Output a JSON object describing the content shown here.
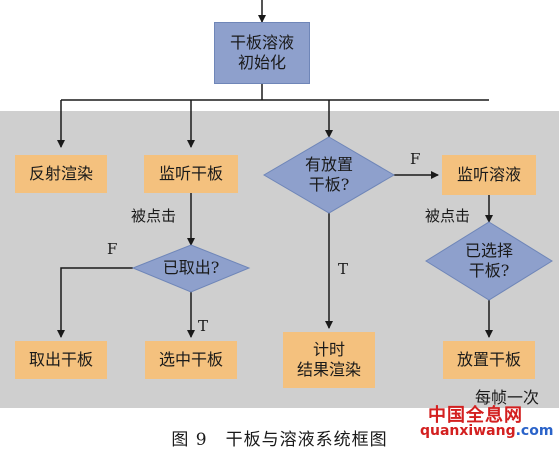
{
  "nodes": {
    "init": "干板溶液\n初始化",
    "reflect_render": "反射渲染",
    "listen_plate": "监听干板",
    "has_plate_q": "有放置\n干板?",
    "listen_solution": "监听溶液",
    "taken_q": "已取出?",
    "take_out_plate": "取出干板",
    "select_plate": "选中干板",
    "timer_render": "计时\n结果渲染",
    "chosen_q": "已选择\n干板?",
    "place_plate": "放置干板"
  },
  "edge_labels": {
    "clicked_1": "被点击",
    "clicked_2": "被点击",
    "f_has_plate": "F",
    "t_has_plate": "T",
    "f_taken": "F",
    "t_taken": "T"
  },
  "region_label": "每帧一次",
  "caption": "图 9　干板与溶液系统框图",
  "watermark": {
    "line1": "中国全息网",
    "line2_a": "quanxiwang",
    "line2_b": ".com"
  },
  "colors": {
    "region_bg": "#cfcfcf",
    "process_fill": "#f4c17e",
    "decision_fill": "#8ea0cc",
    "watermark_red": "#d32020",
    "watermark_blue": "#2a63c9"
  }
}
